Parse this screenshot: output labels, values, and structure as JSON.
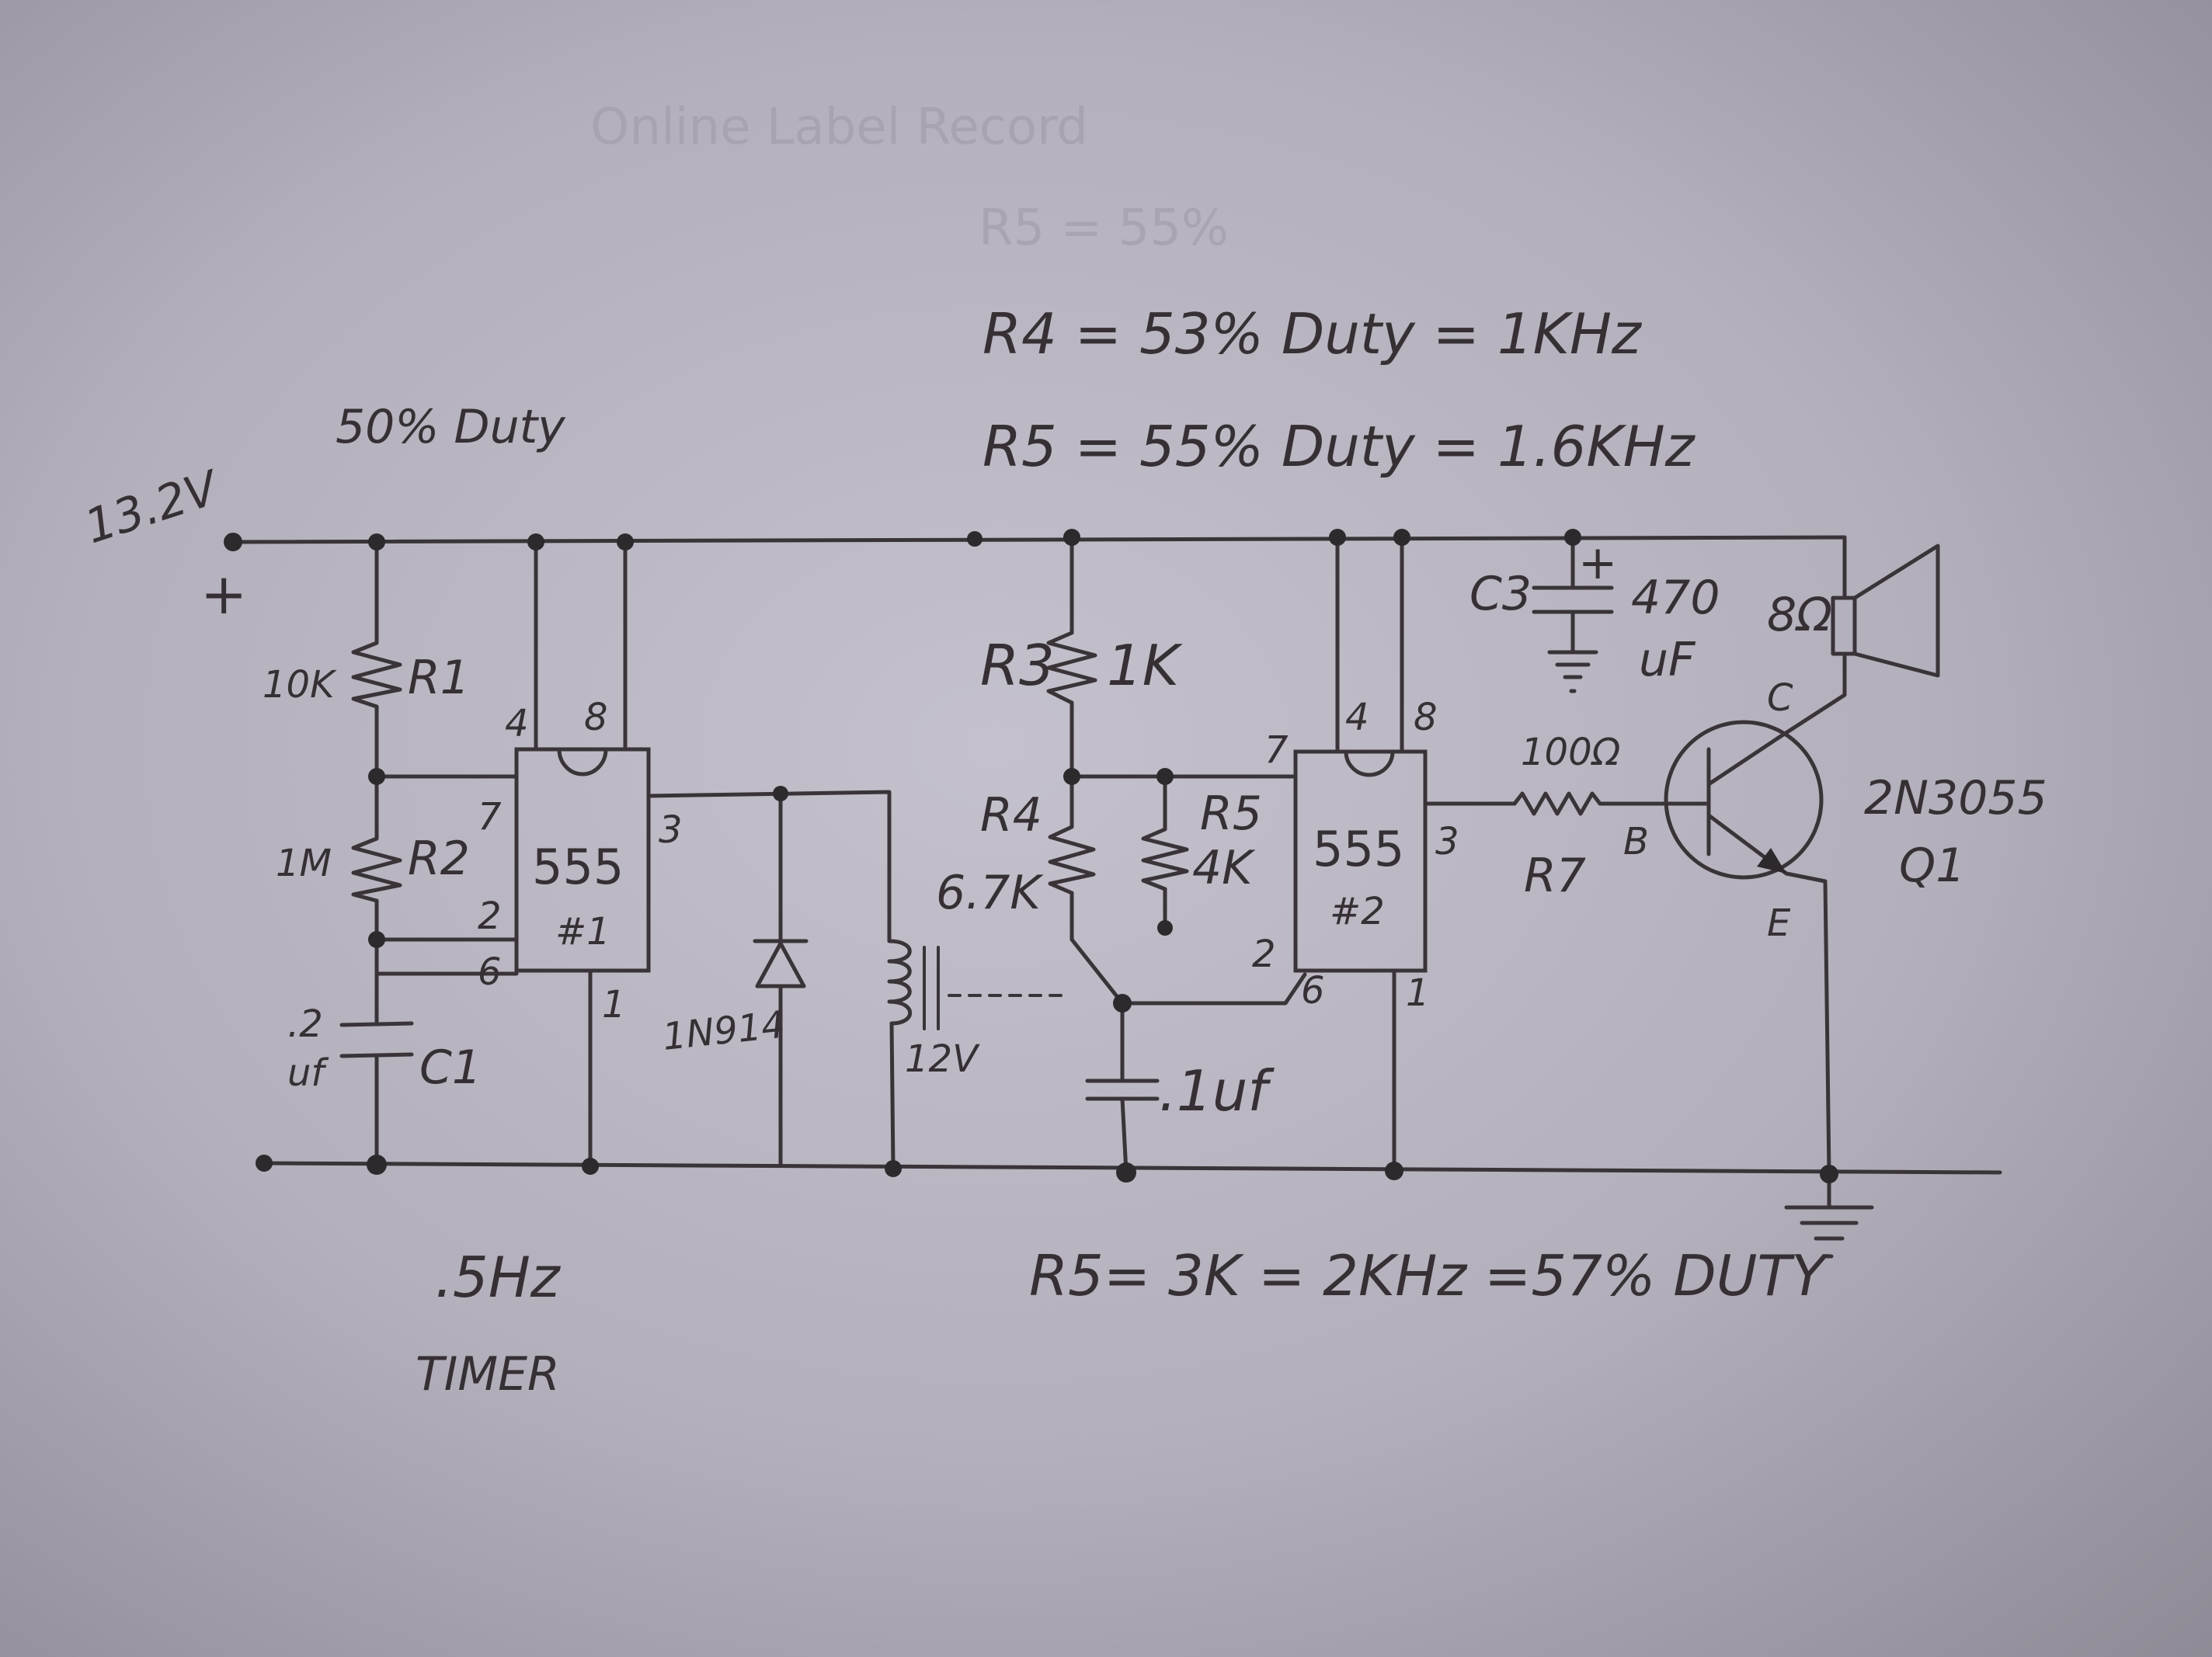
{
  "notes": {
    "r4_line": "R4 = 53% Duty = 1KHz",
    "r5_line": "R5 = 55% Duty = 1.6KHz",
    "duty_top": "50% Duty",
    "bottom_note": "R5= 3K = 2KHz =57% DUTY",
    "timer_freq": ".5Hz",
    "timer_label": "TIMER"
  },
  "supply": {
    "voltage": "13.2V",
    "plus": "+"
  },
  "components": {
    "r1": {
      "value": "10K",
      "ref": "R1"
    },
    "r2": {
      "value": "1M",
      "ref": "R2"
    },
    "c1": {
      "value_a": ".2",
      "value_b": "uf",
      "ref": "C1"
    },
    "r3": {
      "ref": "R3",
      "value": "1K"
    },
    "r4": {
      "ref": "R4",
      "value": "6.7K"
    },
    "r5": {
      "ref": "R5",
      "value": "4K"
    },
    "c_timing2": {
      "value": ".1uf"
    },
    "diode": {
      "value": "1N914"
    },
    "relay": {
      "value": "12V"
    },
    "c3": {
      "ref": "C3",
      "value_a": "470",
      "value_b": "uF",
      "plus": "+"
    },
    "r7": {
      "value": "100Ω",
      "ref": "R7"
    },
    "speaker": {
      "value": "8Ω"
    },
    "q1": {
      "part": "2N3055",
      "ref": "Q1",
      "c": "C",
      "b": "B",
      "e": "E"
    }
  },
  "ic1": {
    "name": "555",
    "number": "#1",
    "pins": {
      "p4": "4",
      "p8": "8",
      "p7": "7",
      "p2": "2",
      "p6": "6",
      "p3": "3",
      "p1": "1"
    }
  },
  "ic2": {
    "name": "555",
    "number": "#2",
    "pins": {
      "p7": "7",
      "p4": "4",
      "p8": "8",
      "p3": "3",
      "p2": "2",
      "p6": "6",
      "p1": "1"
    }
  },
  "ghost_text": {
    "a": "Online Label Record",
    "b": "R5 = 55%"
  }
}
